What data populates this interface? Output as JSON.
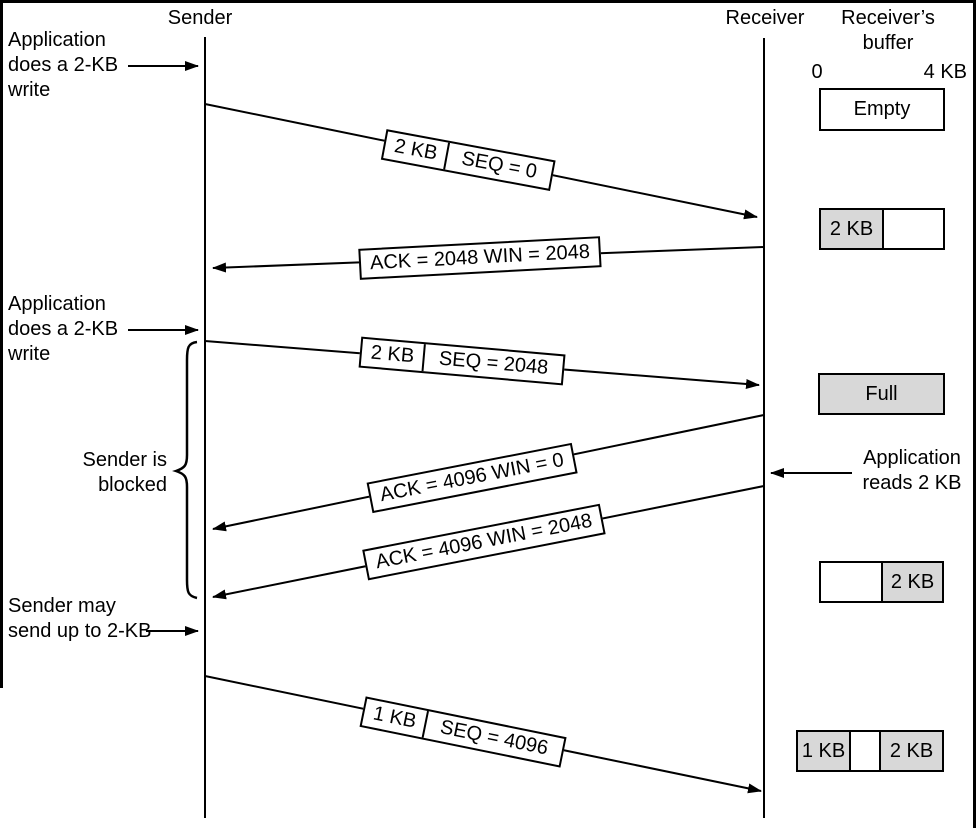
{
  "header": {
    "sender_label": "Sender",
    "receiver_label": "Receiver",
    "buffer_title_line1": "Receiver’s",
    "buffer_title_line2": "buffer",
    "scale_start": "0",
    "scale_end": "4 KB"
  },
  "annotations": {
    "app_write_1": {
      "line1": "Application",
      "line2": "does a 2-KB",
      "line3": "write"
    },
    "app_write_2": {
      "line1": "Application",
      "line2": "does a 2-KB",
      "line3": "write"
    },
    "sender_blocked": {
      "line1": "Sender is",
      "line2": "blocked"
    },
    "sender_may": {
      "line1": "Sender may",
      "line2": "send up to 2-KB"
    },
    "app_reads": {
      "line1": "Application",
      "line2": "reads 2 KB"
    }
  },
  "messages": [
    {
      "direction": "sender-to-receiver",
      "segments": {
        "s0": "2 KB",
        "s1": "SEQ = 0"
      }
    },
    {
      "direction": "receiver-to-sender",
      "segments": {
        "s0": "ACK = 2048 WIN = 2048"
      }
    },
    {
      "direction": "sender-to-receiver",
      "segments": {
        "s0": "2 KB",
        "s1": "SEQ = 2048"
      }
    },
    {
      "direction": "receiver-to-sender",
      "segments": {
        "s0": "ACK = 4096 WIN = 0"
      }
    },
    {
      "direction": "receiver-to-sender",
      "segments": {
        "s0": "ACK = 4096 WIN = 2048"
      }
    },
    {
      "direction": "sender-to-receiver",
      "segments": {
        "s0": "1 KB",
        "s1": "SEQ = 4096"
      }
    }
  ],
  "buffers": [
    {
      "state": "empty",
      "segments": {
        "s0": "Empty"
      }
    },
    {
      "state": "2kb-filled",
      "segments": {
        "s0": "2 KB",
        "s1": ""
      }
    },
    {
      "state": "full",
      "segments": {
        "s0": "Full"
      }
    },
    {
      "state": "2kb-at-end",
      "segments": {
        "s0": "",
        "s1": "2 KB"
      }
    },
    {
      "state": "1kb-gap-2kb",
      "segments": {
        "s0": "1 KB",
        "s1": "",
        "s2": "2 KB"
      }
    }
  ],
  "colors": {
    "line": "#000000",
    "buffer_fill": "#d8d8d8",
    "background": "#ffffff"
  }
}
